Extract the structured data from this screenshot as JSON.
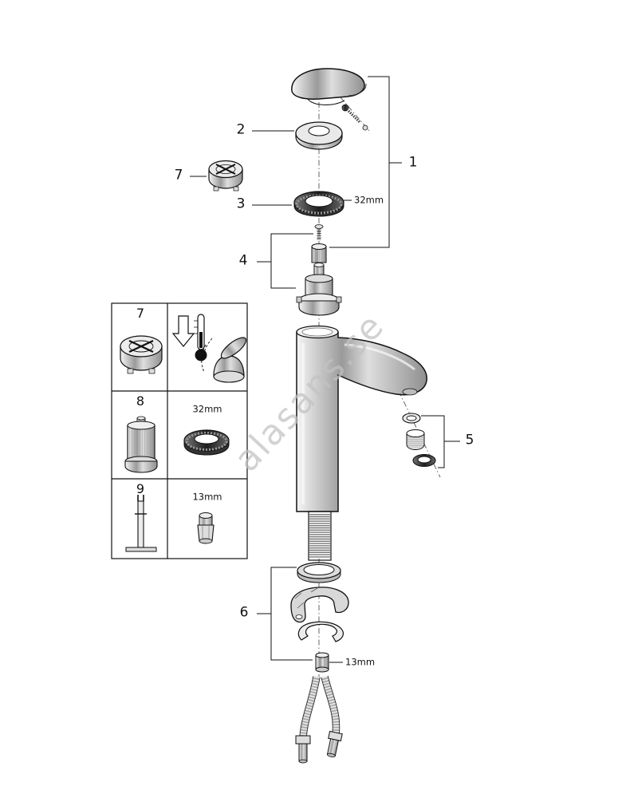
{
  "watermark": "alasans.se",
  "callouts": {
    "one": "1",
    "two": "2",
    "three": "3",
    "four": "4",
    "five": "5",
    "six": "6",
    "seven": "7"
  },
  "dimensions": {
    "ring_dim": "32mm",
    "screw_dim": "13mm"
  },
  "parts_table": {
    "rows": [
      {
        "num": "7",
        "dim": ""
      },
      {
        "num": "8",
        "dim": "32mm"
      },
      {
        "num": "9",
        "dim": "13mm"
      }
    ]
  }
}
